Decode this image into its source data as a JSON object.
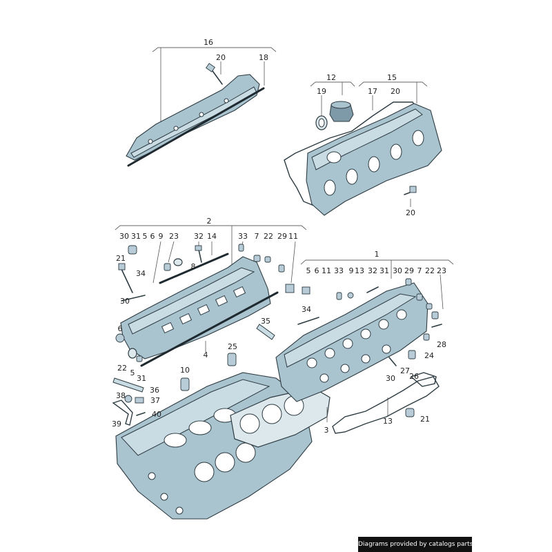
{
  "credit": "Diagrams provided by catalogs parts",
  "labels": {
    "l16": "16",
    "l20a": "20",
    "l18": "18",
    "l12": "12",
    "l15": "15",
    "l19": "19",
    "l17": "17",
    "l20b": "20",
    "l20c": "20",
    "l2": "2",
    "l30a": "30",
    "l31a": "31",
    "l5a": "5",
    "l6a": "6",
    "l9a": "9",
    "l23a": "23",
    "l32a": "32",
    "l14": "14",
    "l33a": "33",
    "l7a": "7",
    "l22a": "22",
    "l29a": "29",
    "l11a": "11",
    "l21a": "21",
    "l8": "8",
    "l34a": "34",
    "l30b": "30",
    "l6b": "6",
    "l4": "4",
    "l35": "35",
    "l25": "25",
    "l22b": "22",
    "l5b": "5",
    "l31b": "31",
    "l10": "10",
    "l36": "36",
    "l38": "38",
    "l37": "37",
    "l39": "39",
    "l40": "40",
    "l1": "1",
    "l5c": "5",
    "l6c": "6",
    "l11b": "11",
    "l33b": "33",
    "l9b": "9",
    "l13a": "13",
    "l32b": "32",
    "l31c": "31",
    "l30c": "30",
    "l29b": "29",
    "l7b": "7",
    "l22c": "22",
    "l23b": "23",
    "l34b": "34",
    "l28": "28",
    "l24": "24",
    "l27": "27",
    "l26": "26",
    "l30d": "30",
    "l13b": "13",
    "l21b": "21",
    "l3": "3"
  }
}
